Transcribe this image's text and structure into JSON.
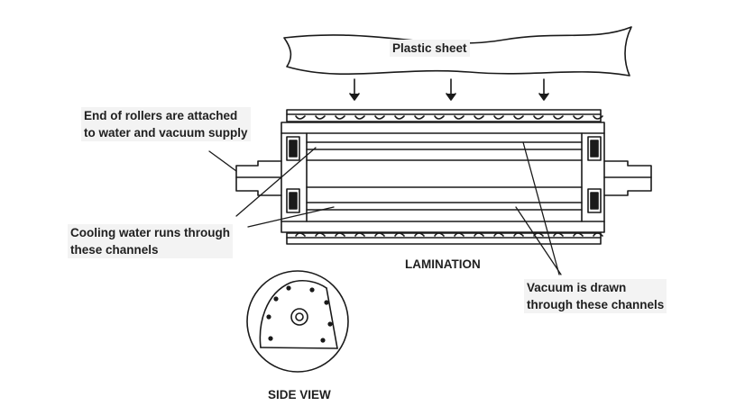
{
  "labels": {
    "plastic_sheet": "Plastic sheet",
    "end_of_rollers": [
      "End of rollers are attached",
      "to water and vacuum supply"
    ],
    "cooling_water": [
      "Cooling water runs through",
      "these channels"
    ],
    "lamination": "LAMINATION",
    "vacuum": [
      "Vacuum is drawn",
      "through these channels"
    ],
    "side_view": "SIDE VIEW"
  },
  "colors": {
    "line": "#1a1a1a",
    "label_background": "#f3f3f3",
    "text": "#1f1f1f"
  }
}
